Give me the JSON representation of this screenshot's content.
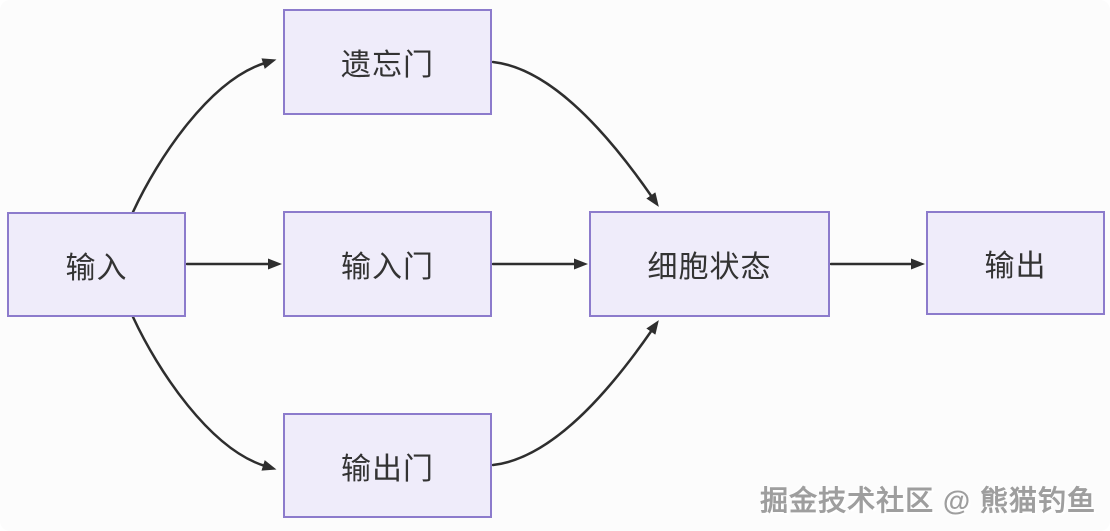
{
  "diagram": {
    "type": "flowchart",
    "description": "LSTM structure flow diagram",
    "nodes": {
      "input": {
        "label": "输入"
      },
      "forget_gate": {
        "label": "遗忘门"
      },
      "input_gate": {
        "label": "输入门"
      },
      "output_gate": {
        "label": "输出门"
      },
      "cell_state": {
        "label": "细胞状态"
      },
      "output": {
        "label": "输出"
      }
    },
    "edges": [
      {
        "from": "input",
        "to": "forget_gate"
      },
      {
        "from": "input",
        "to": "input_gate"
      },
      {
        "from": "input",
        "to": "output_gate"
      },
      {
        "from": "forget_gate",
        "to": "cell_state"
      },
      {
        "from": "input_gate",
        "to": "cell_state"
      },
      {
        "from": "output_gate",
        "to": "cell_state"
      },
      {
        "from": "cell_state",
        "to": "output"
      }
    ],
    "colors": {
      "background": "#FCFCFC",
      "node_fill": "#EFECFA",
      "node_border": "#8C7BCC",
      "text": "#333333",
      "arrow": "#2E2E2E"
    }
  },
  "watermark": {
    "text": "掘金技术社区 @ 熊猫钓鱼"
  }
}
